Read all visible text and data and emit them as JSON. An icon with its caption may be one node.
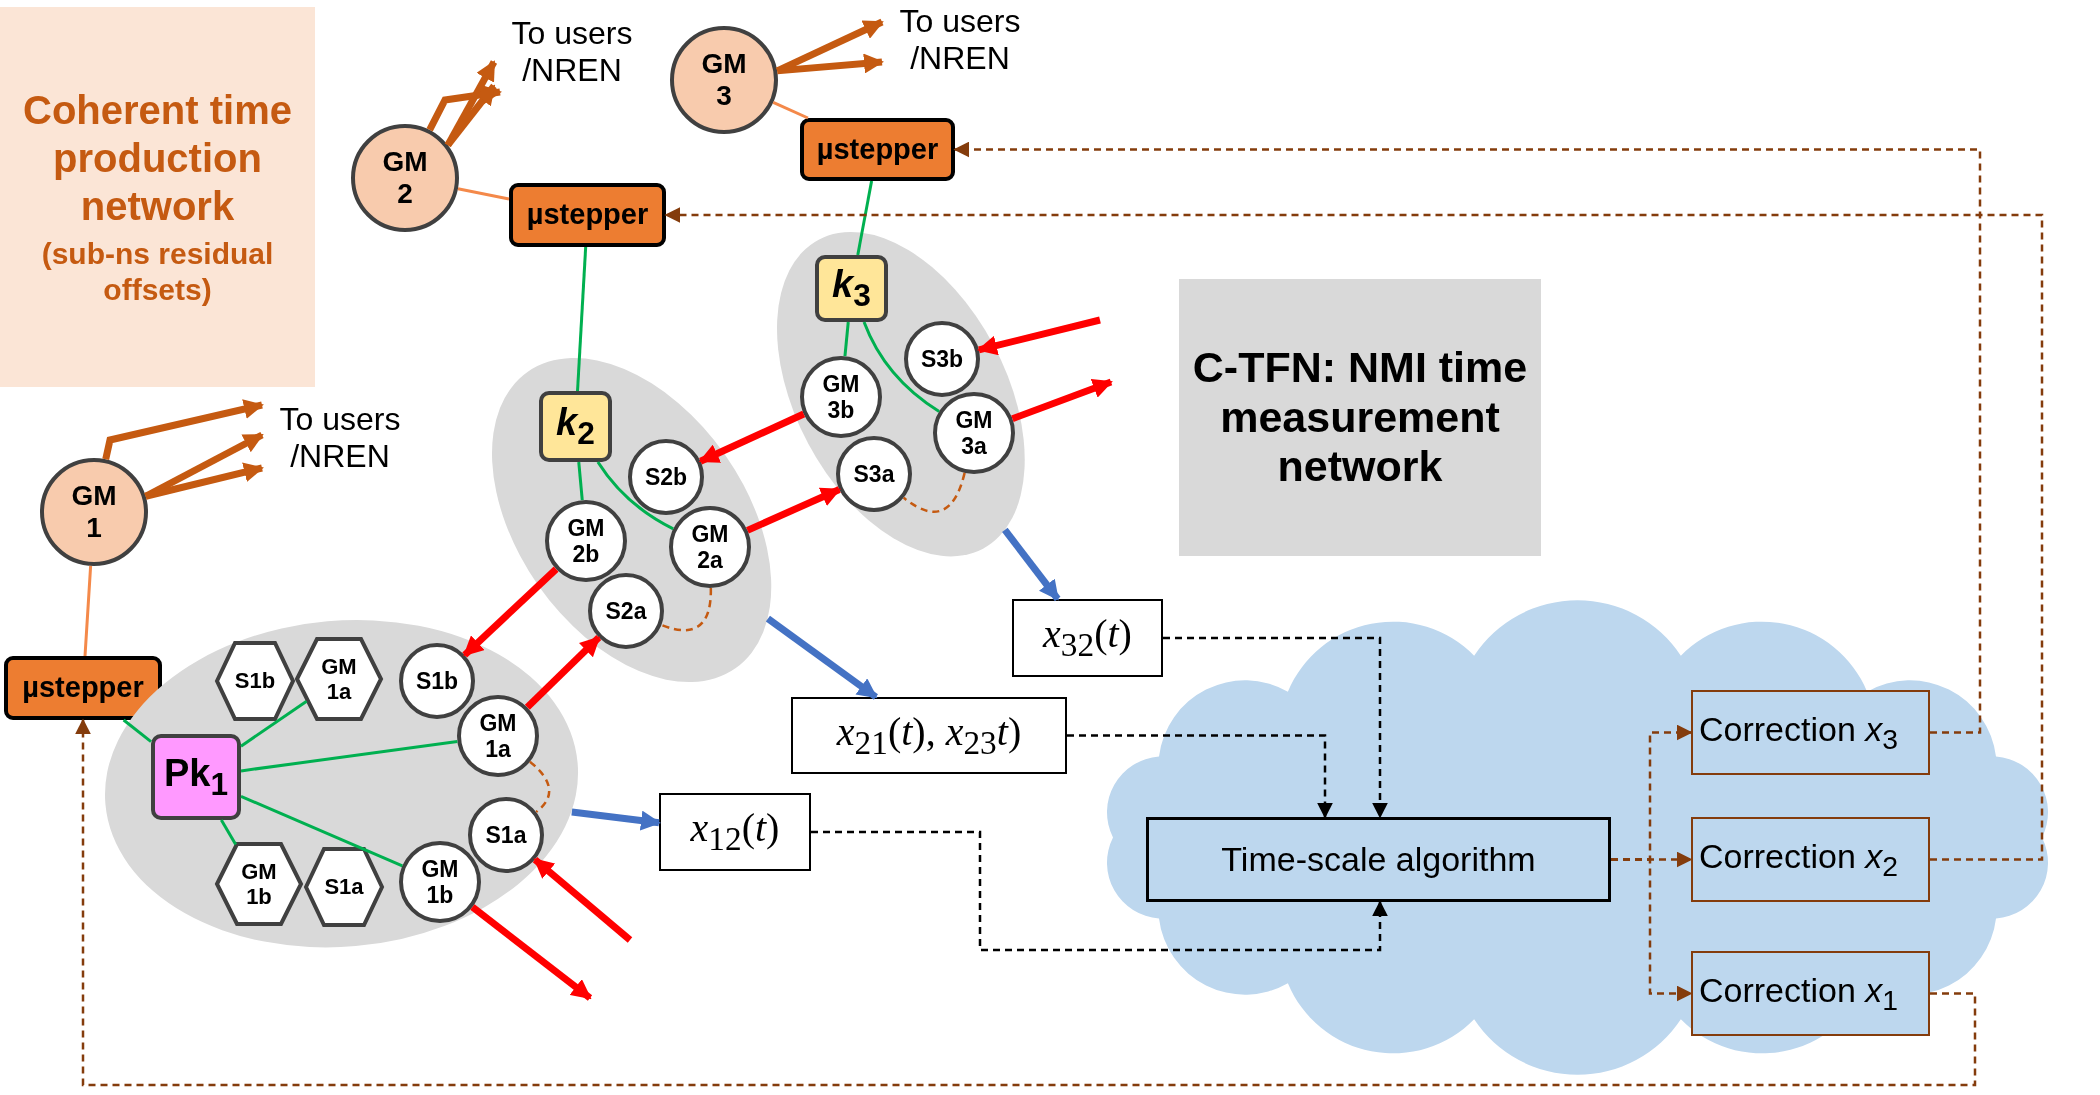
{
  "diagram": {
    "nodes": [
      {
        "text": [
          "Coherent time production network",
          "(sub-ns residual offsets)"
        ]
      },
      {
        "text": [
          "GM 1"
        ]
      },
      {
        "text": [
          "GM 2"
        ]
      },
      {
        "text": [
          "GM 3"
        ]
      },
      {
        "text": [
          "µstepper"
        ]
      },
      {
        "text": [
          "µstepper"
        ]
      },
      {
        "text": [
          "µstepper"
        ]
      },
      {
        "text": [],
        "shape": "ellipse"
      },
      {
        "text": [
          "*k*$_{3}$"
        ],
        "in": 7
      },
      {
        "text": [
          "S3b"
        ],
        "in": 7
      },
      {
        "text": [
          "GM 3b"
        ],
        "in": 7
      },
      {
        "text": [
          "GM 3a"
        ],
        "in": 7
      },
      {
        "text": [
          "S3a"
        ],
        "in": 7
      },
      {
        "text": [
          "C-TFN: NMI time measurement network"
        ]
      },
      {
        "text": [],
        "shape": "ellipse"
      },
      {
        "text": [
          "*k*$_{2}$"
        ],
        "in": 14
      },
      {
        "text": [
          "S2b"
        ],
        "in": 14
      },
      {
        "text": [
          "GM 2b"
        ],
        "in": 14
      },
      {
        "text": [
          "GM 2a"
        ],
        "in": 14
      },
      {
        "text": [
          "S2a"
        ],
        "in": 14
      },
      {
        "text": [],
        "shape": "ellipse"
      },
      {
        "text": [
          "S1b"
        ],
        "in": 20
      },
      {
        "text": [
          "GM 1a"
        ],
        "in": 20
      },
      {
        "text": [
          "S1b"
        ],
        "in": 20
      },
      {
        "text": [
          "Pk$_{1}$"
        ],
        "in": 20
      },
      {
        "text": [
          "GM 1a"
        ],
        "in": 20
      },
      {
        "text": [
          "S1a"
        ],
        "in": 20
      },
      {
        "text": [
          "GM 1b"
        ],
        "in": 20
      },
      {
        "text": [
          "S1a"
        ],
        "in": 20
      },
      {
        "text": [
          "GM 1b"
        ],
        "in": 20
      },
      {
        "text": [
          "*x*$_{32}$(*t*)"
        ]
      },
      {
        "text": [
          "*x*$_{21}$(*t*), *x*$_{23}$*t*)"
        ]
      },
      {
        "text": [
          "*x*$_{12}$(*t*)"
        ]
      },
      {
        "text": [],
        "shape": "cloud"
      },
      {
        "text": [
          "Correction *x*$_{3}$"
        ],
        "in": 33
      },
      {
        "text": [
          "Time-scale algorithm"
        ],
        "in": 33
      },
      {
        "text": [
          "Correction *x*$_{2}$"
        ],
        "in": 33
      },
      {
        "text": [
          "Correction *x*$_{1}$"
        ],
        "in": 33
      },
      {
        "text": [
          "To users /NREN"
        ]
      },
      {
        "text": [
          "To users /NREN"
        ]
      },
      {
        "text": [
          "To users /NREN"
        ]
      }
    ],
    "edges": [
      {
        "from": 3,
        "to": 38,
        "arrow": "to",
        "style": "thick",
        "color": "#c55a11"
      },
      {
        "from": 3,
        "to": 38,
        "arrow": "to",
        "style": "thick",
        "color": "#c55a11"
      },
      {
        "from": 2,
        "to": 39,
        "arrow": "to",
        "style": "thick",
        "color": "#c55a11"
      },
      {
        "from": 2,
        "to": 39,
        "arrow": "to",
        "style": "thick",
        "color": "#c55a11"
      },
      {
        "from": 2,
        "to": 39,
        "arrow": "to",
        "style": "thick",
        "color": "#c55a11"
      },
      {
        "from": 1,
        "to": 40,
        "arrow": "to",
        "style": "thick",
        "color": "#c55a11"
      },
      {
        "from": 1,
        "to": 40,
        "arrow": "to",
        "style": "thick",
        "color": "#c55a11"
      },
      {
        "from": 1,
        "to": 40,
        "arrow": "to",
        "style": "thick",
        "color": "#c55a11"
      },
      {
        "from": 3,
        "to": 4,
        "arrow": "none",
        "color": "#f4894a"
      },
      {
        "from": 2,
        "to": 5,
        "arrow": "none",
        "color": "#f4894a"
      },
      {
        "from": 1,
        "to": 6,
        "arrow": "none",
        "color": "#f4894a"
      },
      {
        "from": 4,
        "to": 8,
        "arrow": "none",
        "color": "#00b050"
      },
      {
        "from": 5,
        "to": 15,
        "arrow": "none",
        "color": "#00b050"
      },
      {
        "from": 6,
        "to": 24,
        "arrow": "none",
        "color": "#00b050"
      },
      {
        "from": 8,
        "to": 10,
        "arrow": "none",
        "color": "#00b050"
      },
      {
        "from": 8,
        "to": 11,
        "arrow": "none",
        "color": "#00b050"
      },
      {
        "from": 15,
        "to": 17,
        "arrow": "none",
        "color": "#00b050"
      },
      {
        "from": 15,
        "to": 18,
        "arrow": "none",
        "color": "#00b050"
      },
      {
        "from": 24,
        "to": 22,
        "arrow": "none",
        "color": "#00b050"
      },
      {
        "from": 24,
        "to": 25,
        "arrow": "none",
        "color": "#00b050"
      },
      {
        "from": 24,
        "to": 29,
        "arrow": "none",
        "color": "#00b050"
      },
      {
        "from": 24,
        "to": 27,
        "arrow": "none",
        "color": "#00b050"
      },
      {
        "from": 17,
        "to": 23,
        "arrow": "to",
        "style": "thick",
        "color": "#ff0000"
      },
      {
        "from": 25,
        "to": 19,
        "arrow": "to",
        "style": "thick",
        "color": "#ff0000"
      },
      {
        "from": 10,
        "to": 16,
        "arrow": "to",
        "style": "thick",
        "color": "#ff0000"
      },
      {
        "from": 18,
        "to": 12,
        "arrow": "to",
        "style": "thick",
        "color": "#ff0000"
      },
      {
        "from": null,
        "to": 9,
        "arrow": "to",
        "style": "thick",
        "color": "#ff0000"
      },
      {
        "from": 11,
        "to": null,
        "arrow": "to",
        "style": "thick",
        "color": "#ff0000"
      },
      {
        "from": null,
        "to": 26,
        "arrow": "to",
        "style": "thick",
        "color": "#ff0000"
      },
      {
        "from": 29,
        "to": null,
        "arrow": "to",
        "style": "thick",
        "color": "#ff0000"
      },
      {
        "from": 11,
        "to": 12,
        "arrow": "none",
        "style": "dashed",
        "color": "#c55a11"
      },
      {
        "from": 18,
        "to": 19,
        "arrow": "none",
        "style": "dashed",
        "color": "#c55a11"
      },
      {
        "from": 25,
        "to": 26,
        "arrow": "none",
        "style": "dashed",
        "color": "#c55a11"
      },
      {
        "from": 7,
        "to": 30,
        "arrow": "to",
        "style": "thick",
        "color": "#4472c4"
      },
      {
        "from": 14,
        "to": 31,
        "arrow": "to",
        "style": "thick",
        "color": "#4472c4"
      },
      {
        "from": 20,
        "to": 32,
        "arrow": "to",
        "style": "thick",
        "color": "#4472c4"
      },
      {
        "from": 30,
        "to": 35,
        "arrow": "to",
        "style": "dashed",
        "color": "#000000"
      },
      {
        "from": 31,
        "to": 35,
        "arrow": "to",
        "style": "dashed",
        "color": "#000000"
      },
      {
        "from": 32,
        "to": 35,
        "arrow": "to",
        "style": "dashed",
        "color": "#000000"
      },
      {
        "from": 35,
        "to": 34,
        "arrow": "to",
        "style": "dashed",
        "color": "#843c0c"
      },
      {
        "from": 35,
        "to": 36,
        "arrow": "to",
        "style": "dashed",
        "color": "#843c0c"
      },
      {
        "from": 35,
        "to": 37,
        "arrow": "to",
        "style": "dashed",
        "color": "#843c0c"
      },
      {
        "from": 34,
        "to": 4,
        "arrow": "to",
        "style": "dashed",
        "color": "#843c0c"
      },
      {
        "from": 36,
        "to": 5,
        "arrow": "to",
        "style": "dashed",
        "color": "#843c0c"
      },
      {
        "from": 37,
        "to": 6,
        "arrow": "to",
        "style": "dashed",
        "color": "#843c0c"
      }
    ]
  }
}
